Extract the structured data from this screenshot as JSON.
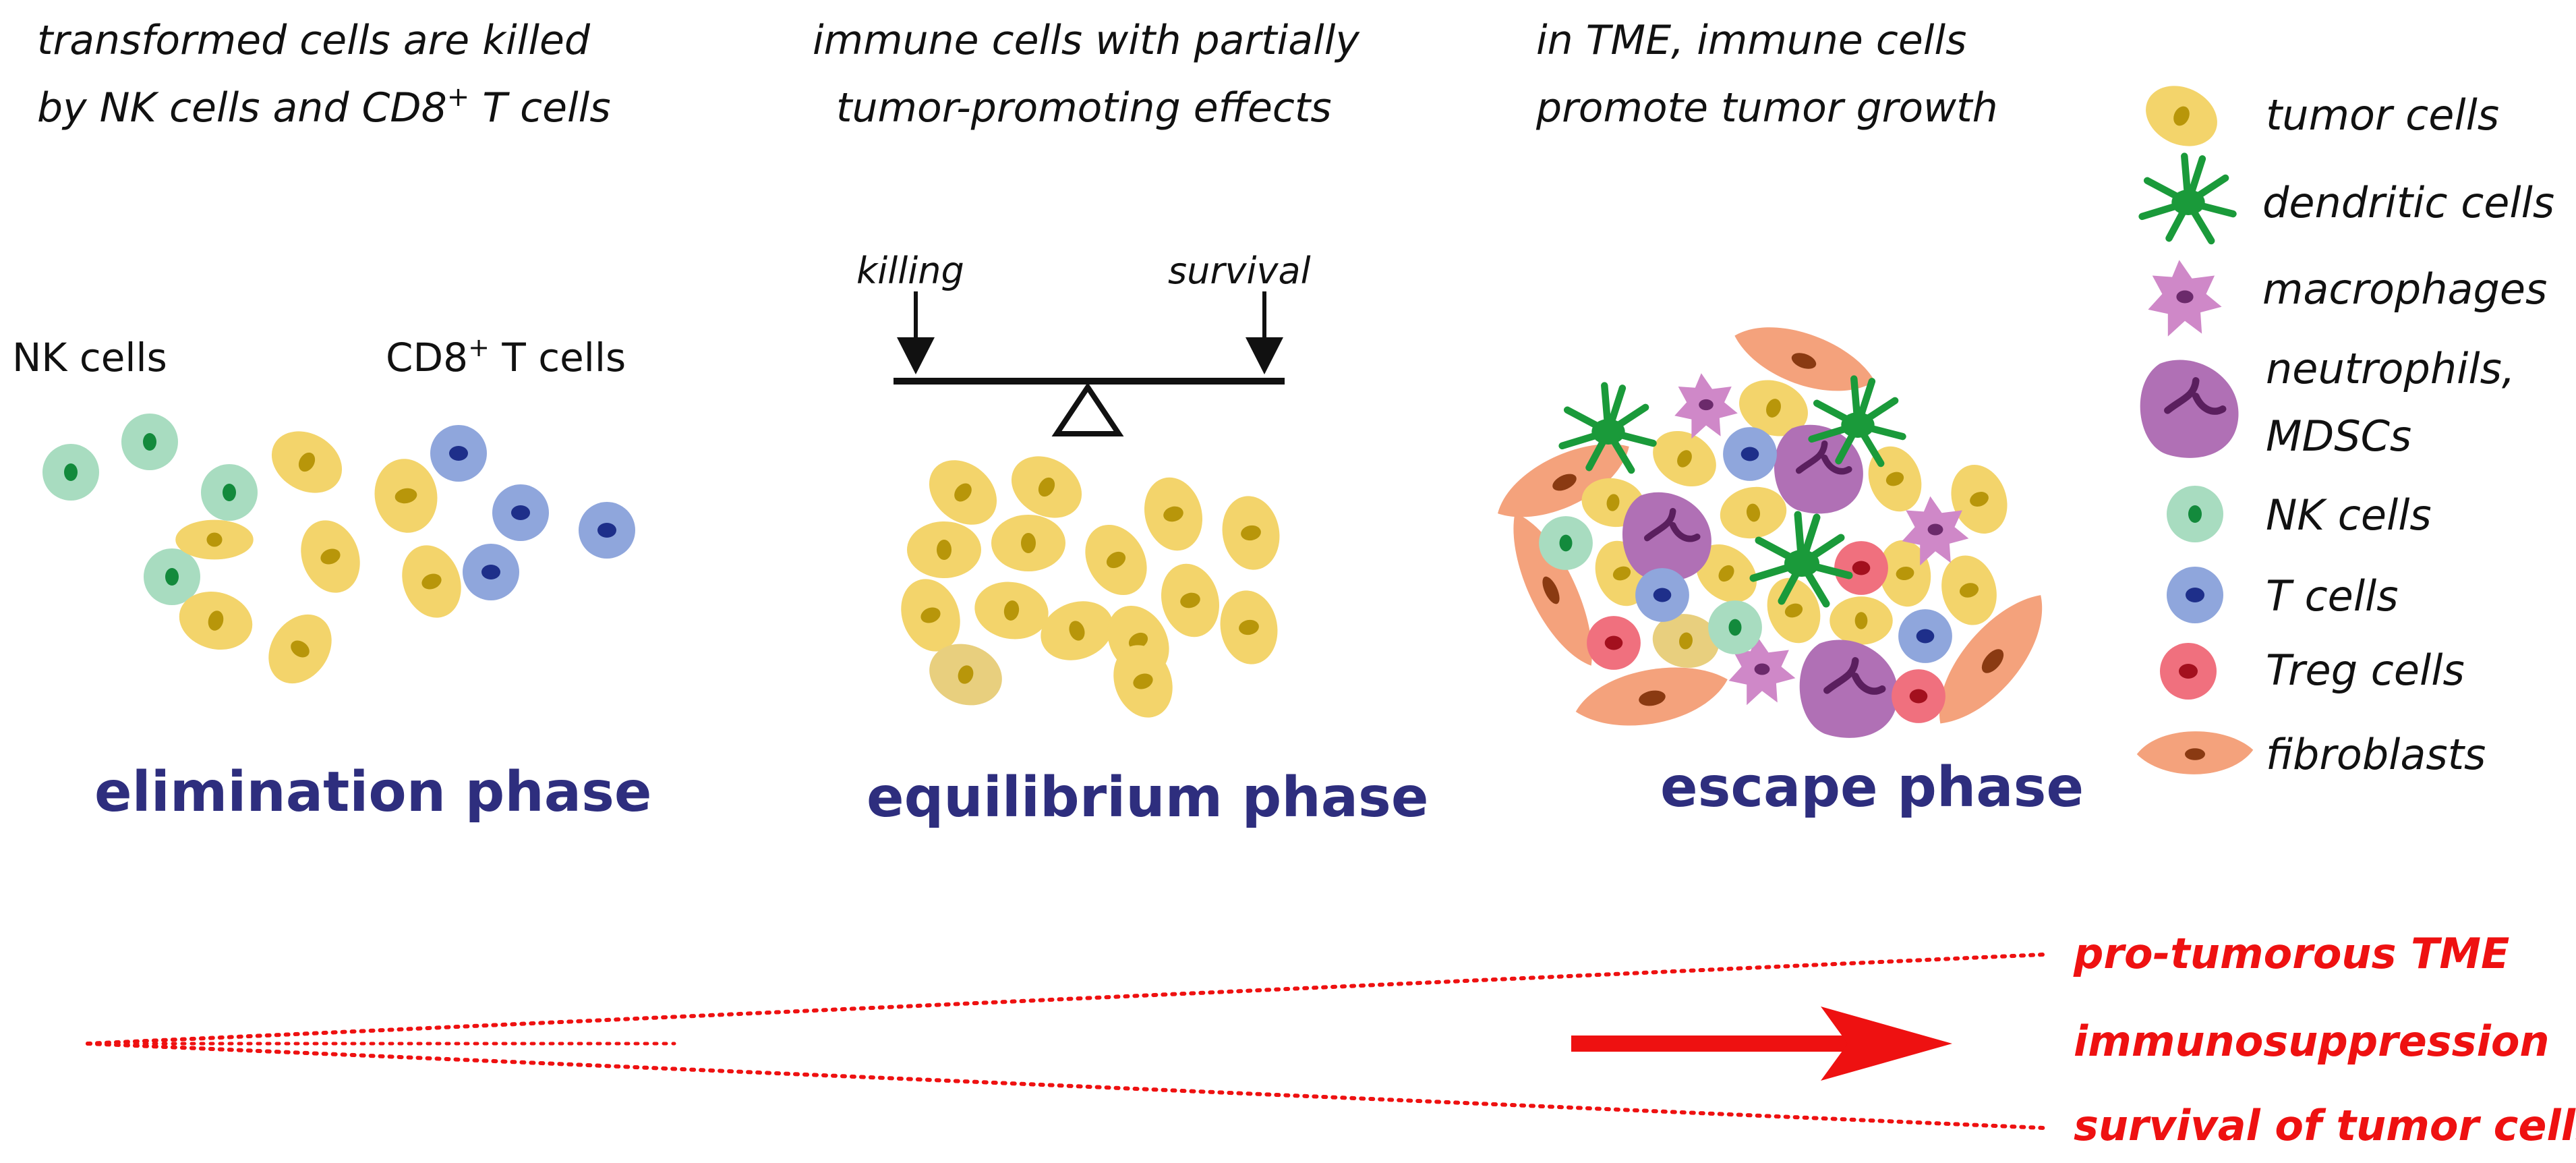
{
  "colors": {
    "tumor_fill": "#f3d46b",
    "tumor_nucleus": "#b8960a",
    "tumor_pale": "#e8cf7e",
    "dendritic": "#1a9a3a",
    "macrophage": "#cf88c8",
    "macrophage_nucleus": "#6b2a6b",
    "neutrophil": "#b070b5",
    "neutrophil_nucleus": "#5a1f5e",
    "nk_fill": "#a8dcc0",
    "nk_nucleus": "#138a3c",
    "t_fill": "#8fa6dc",
    "t_nucleus": "#1e2f8a",
    "treg_fill": "#f0707e",
    "treg_nucleus": "#a3101e",
    "fibro_fill": "#f4a27c",
    "fibro_nucleus": "#8a3a12",
    "phase_text": "#2e2e7e",
    "red": "#ee1111",
    "black": "#111111"
  },
  "panels": {
    "elimination": {
      "caption_line1": "transformed cells are killed",
      "caption_line2_pre": "by NK cells and CD8",
      "caption_line2_sup": "+",
      "caption_line2_post": " T cells",
      "label_nk": "NK cells",
      "label_cd8_pre": "CD8",
      "label_cd8_sup": "+",
      "label_cd8_post": " T cells",
      "phase": "elimination phase"
    },
    "equilibrium": {
      "caption_line1": "immune cells with partially",
      "caption_line2": "tumor-promoting effects",
      "label_killing": "killing",
      "label_survival": "survival",
      "phase": "equilibrium phase"
    },
    "escape": {
      "caption_line1": "in TME, immune cells",
      "caption_line2": "promote tumor growth",
      "phase": "escape phase"
    }
  },
  "legend": [
    {
      "label": "tumor cells",
      "icon": "tumor-cell-icon"
    },
    {
      "label": "dendritic cells",
      "icon": "dendritic-cell-icon"
    },
    {
      "label": "macrophages",
      "icon": "macrophage-icon"
    },
    {
      "label": "neutrophils,",
      "label2": "MDSCs",
      "icon": "neutrophil-icon"
    },
    {
      "label": "NK cells",
      "icon": "nk-cell-icon"
    },
    {
      "label": "T cells",
      "icon": "t-cell-icon"
    },
    {
      "label": "Treg cells",
      "icon": "treg-cell-icon"
    },
    {
      "label": "fibroblasts",
      "icon": "fibroblast-icon"
    }
  ],
  "trend": {
    "label1": "pro-tumorous TME",
    "label2": "immunosuppression",
    "label3": "survival of tumor cells"
  }
}
